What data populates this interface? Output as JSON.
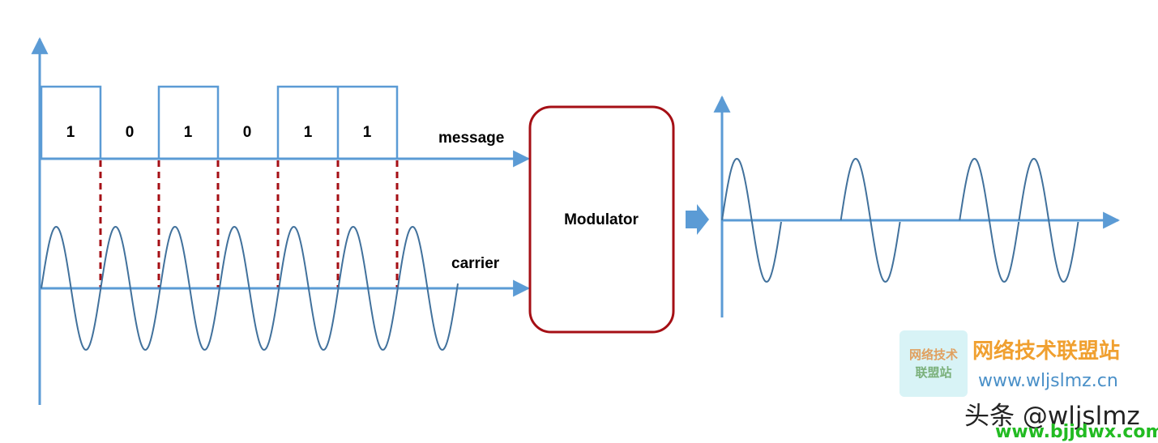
{
  "diagram": {
    "bits": [
      "1",
      "0",
      "1",
      "0",
      "1",
      "1"
    ],
    "labels": {
      "message": "message",
      "carrier": "carrier",
      "modulator": "Modulator"
    },
    "colors": {
      "axis": "#5b9bd5",
      "wave": "#41719c",
      "dash": "#a50f15",
      "modulator_border": "#a50f15"
    }
  },
  "watermark": {
    "logo_line1": "网络技术",
    "logo_line2": "联盟站",
    "site_name": "网络技术联盟站",
    "site_url": "www.wljslmz.cn",
    "handle": "头条 @wljslmz",
    "overlay_url": "www.bjjdwx.com",
    "colors": {
      "site_name": "#f0a030",
      "site_url": "#4a90c8",
      "overlay_url": "#22bb22",
      "logo_bg": "#d8f3f6"
    }
  }
}
